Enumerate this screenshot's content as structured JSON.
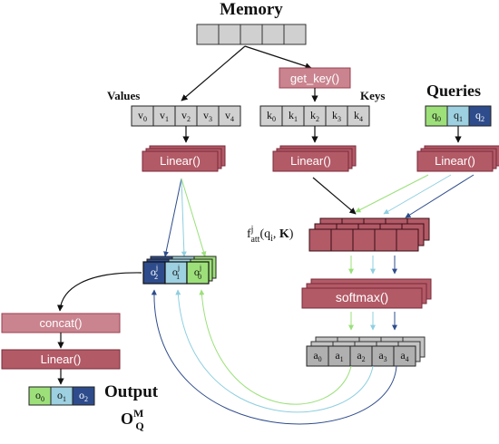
{
  "labels": {
    "memory": "Memory",
    "values": "Values",
    "keys": "Keys",
    "queries": "Queries",
    "output": "Output",
    "output_symbol_base": "O",
    "output_symbol_sup": "M",
    "output_symbol_sub": "Q",
    "get_key": "get_key()",
    "linear": "Linear()",
    "softmax": "softmax()",
    "concat": "concat()",
    "fatt_base": "f",
    "fatt_sup": "j",
    "fatt_sub": "att",
    "fatt_args_open": "(q",
    "fatt_args_i": "i",
    "fatt_args_sep": ", ",
    "fatt_args_K": "K",
    "fatt_args_close": ")"
  },
  "values_cells": [
    {
      "base": "v",
      "sub": "0"
    },
    {
      "base": "v",
      "sub": "1"
    },
    {
      "base": "v",
      "sub": "2"
    },
    {
      "base": "v",
      "sub": "3"
    },
    {
      "base": "v",
      "sub": "4"
    }
  ],
  "keys_cells": [
    {
      "base": "k",
      "sub": "0"
    },
    {
      "base": "k",
      "sub": "1"
    },
    {
      "base": "k",
      "sub": "2"
    },
    {
      "base": "k",
      "sub": "3"
    },
    {
      "base": "k",
      "sub": "4"
    }
  ],
  "queries_cells": [
    {
      "base": "q",
      "sub": "0"
    },
    {
      "base": "q",
      "sub": "1"
    },
    {
      "base": "q",
      "sub": "2"
    }
  ],
  "attention_cells": [
    {
      "base": "a",
      "sub": "0"
    },
    {
      "base": "a",
      "sub": "1"
    },
    {
      "base": "a",
      "sub": "2"
    },
    {
      "base": "a",
      "sub": "3"
    },
    {
      "base": "a",
      "sub": "4"
    }
  ],
  "head_outputs": [
    {
      "base": "o",
      "sub": "2",
      "sup": "j"
    },
    {
      "base": "o",
      "sub": "1",
      "sup": "j"
    },
    {
      "base": "o",
      "sub": "0",
      "sup": "j"
    }
  ],
  "final_outputs": [
    {
      "base": "o",
      "sub": "0"
    },
    {
      "base": "o",
      "sub": "1"
    },
    {
      "base": "o",
      "sub": "2"
    }
  ],
  "colors": {
    "query0": "#9de07a",
    "query1": "#9dd0e0",
    "query2": "#2e4c8c",
    "arrow_green": "#9be07a",
    "arrow_blue_light": "#8fcfe0",
    "arrow_blue_dark": "#2e4c8c",
    "box_red": "#b35a67",
    "box_red_light": "#c9848f",
    "cell_grey": "#d0d0d0"
  }
}
